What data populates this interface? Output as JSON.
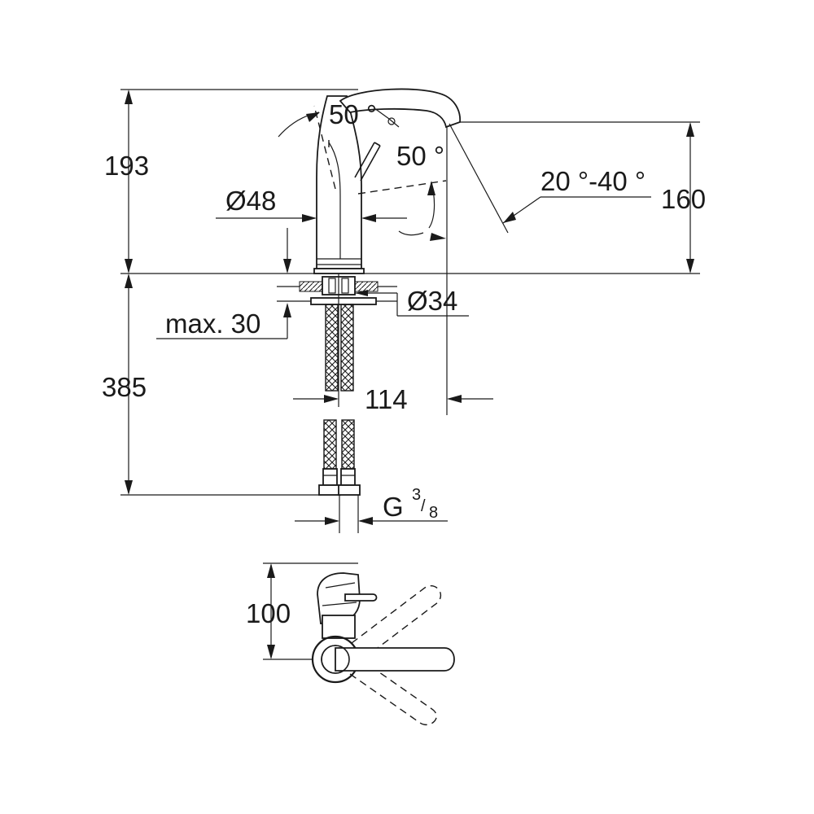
{
  "dimensions": {
    "height_total": "193",
    "spout_height": "160",
    "body_diameter": "Ø48",
    "hole_diameter": "Ø34",
    "max_thickness": "max. 30",
    "hose_length": "385",
    "spout_reach": "114",
    "connection_thread": "G",
    "thread_num": "3",
    "thread_den": "8",
    "handle_angle_back": "50 °",
    "handle_angle_front": "50 °",
    "spout_angle": "20 °-40 °",
    "top_depth": "100"
  },
  "colors": {
    "line": "#1a1a1a",
    "background": "#ffffff"
  }
}
